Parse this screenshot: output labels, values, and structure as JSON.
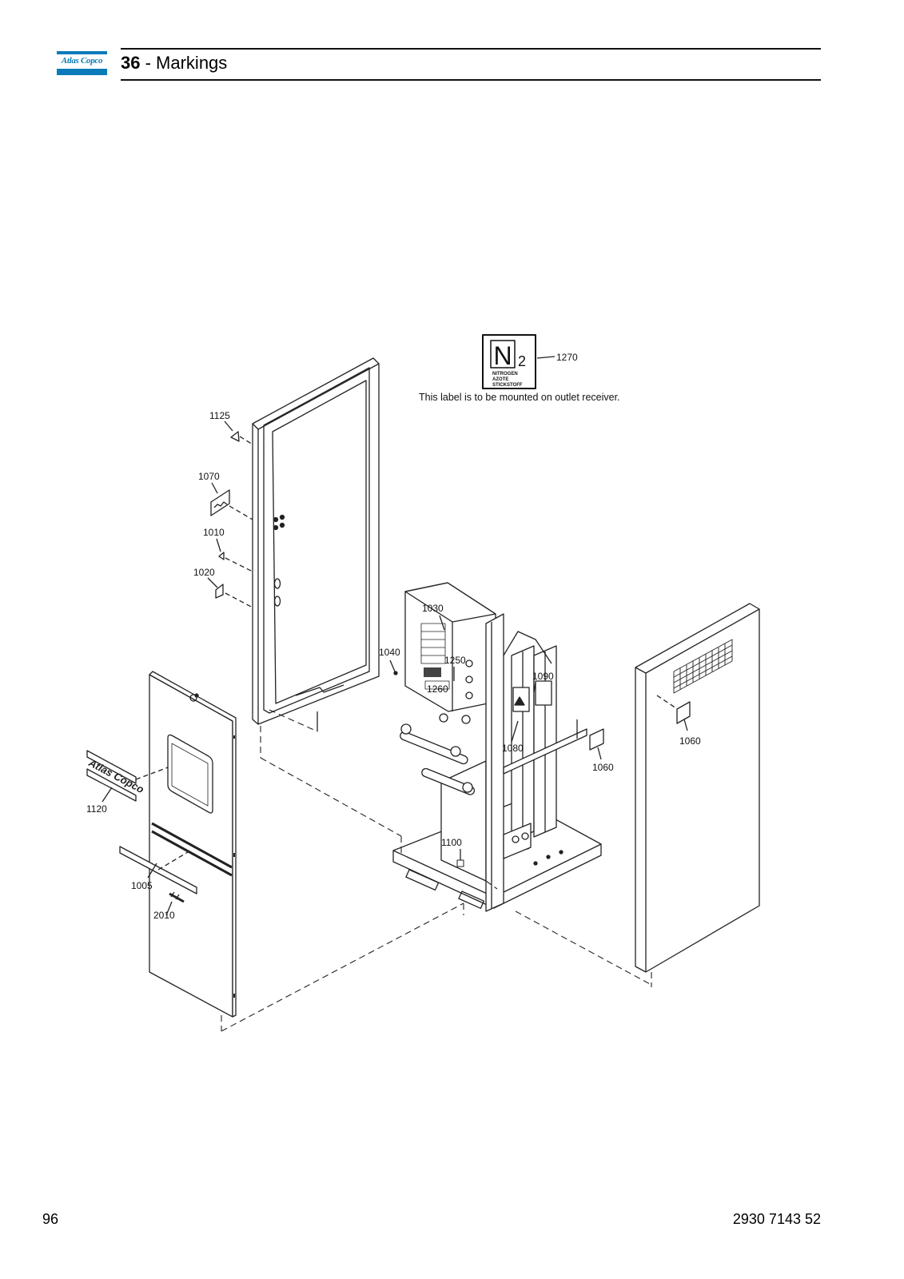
{
  "header": {
    "logo_text": "Atlas Copco",
    "section_number": "36",
    "section_separator": " - ",
    "section_title": "Markings"
  },
  "diagram": {
    "label_note": "This  label is to be mounted on outlet receiver.",
    "n2_label": {
      "symbol": "N",
      "subscript": "2",
      "lines": [
        "NITROGEN",
        "AZOTE",
        "STICKSTOFF"
      ]
    },
    "callouts": {
      "c1270": "1270",
      "c1125": "1125",
      "c1070": "1070",
      "c1010": "1010",
      "c1020": "1020",
      "c1030": "1030",
      "c1040": "1040",
      "c1250": "1250",
      "c1260": "1260",
      "c1090": "1090",
      "c1080": "1080",
      "c1060a": "1060",
      "c1060b": "1060",
      "c1120": "1120",
      "c1100": "1100",
      "c1005": "1005",
      "c2010": "2010"
    },
    "decal_logo_text": "Atlas Copco"
  },
  "footer": {
    "page_number": "96",
    "document_number": "2930 7143 52"
  },
  "colors": {
    "brand_blue": "#0a7bb8"
  }
}
